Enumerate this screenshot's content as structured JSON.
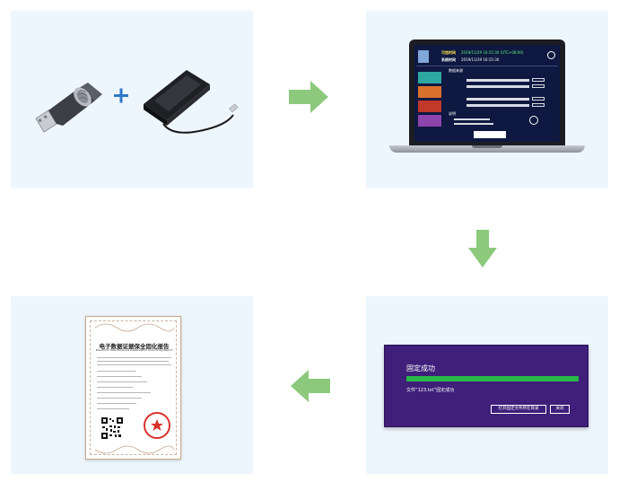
{
  "colors": {
    "panel_bg": "#eef6fd",
    "arrow": "#8cc97d",
    "plus": "#2e78c8",
    "dialog_bg": "#3f1f7a",
    "progress": "#28b84a",
    "screen_bg": "#0e1840",
    "stamp": "#d8312c"
  },
  "icons": {
    "usb_key": "fingerprint-usb-key-icon",
    "reader": "card-reader-device-icon",
    "plus": "plus-icon",
    "laptop": "laptop-icon",
    "certificate": "certificate-document-icon",
    "arrow_right": "arrow-right-icon",
    "arrow_down": "arrow-down-icon",
    "arrow_left": "arrow-left-icon"
  },
  "laptop_screen": {
    "header_label_1": "可信时间",
    "header_value_1": "2019/11/29 16:15:30 (UTC+08:00)",
    "header_label_2": "系统时间",
    "header_value_2": "2019/11/29 16:15:30",
    "section_title": "数据来源",
    "section_title_2": "说明"
  },
  "dialog": {
    "title": "固定成功",
    "progress": 1.0,
    "message": "文件“123.txt”固定成功",
    "button_1": "打开固定文件所在目录",
    "button_2": "关闭"
  },
  "certificate": {
    "title": "电子数据证据保全固化报告",
    "subtitle": "Electronic Data Evidence Preservation and Curing Report"
  }
}
